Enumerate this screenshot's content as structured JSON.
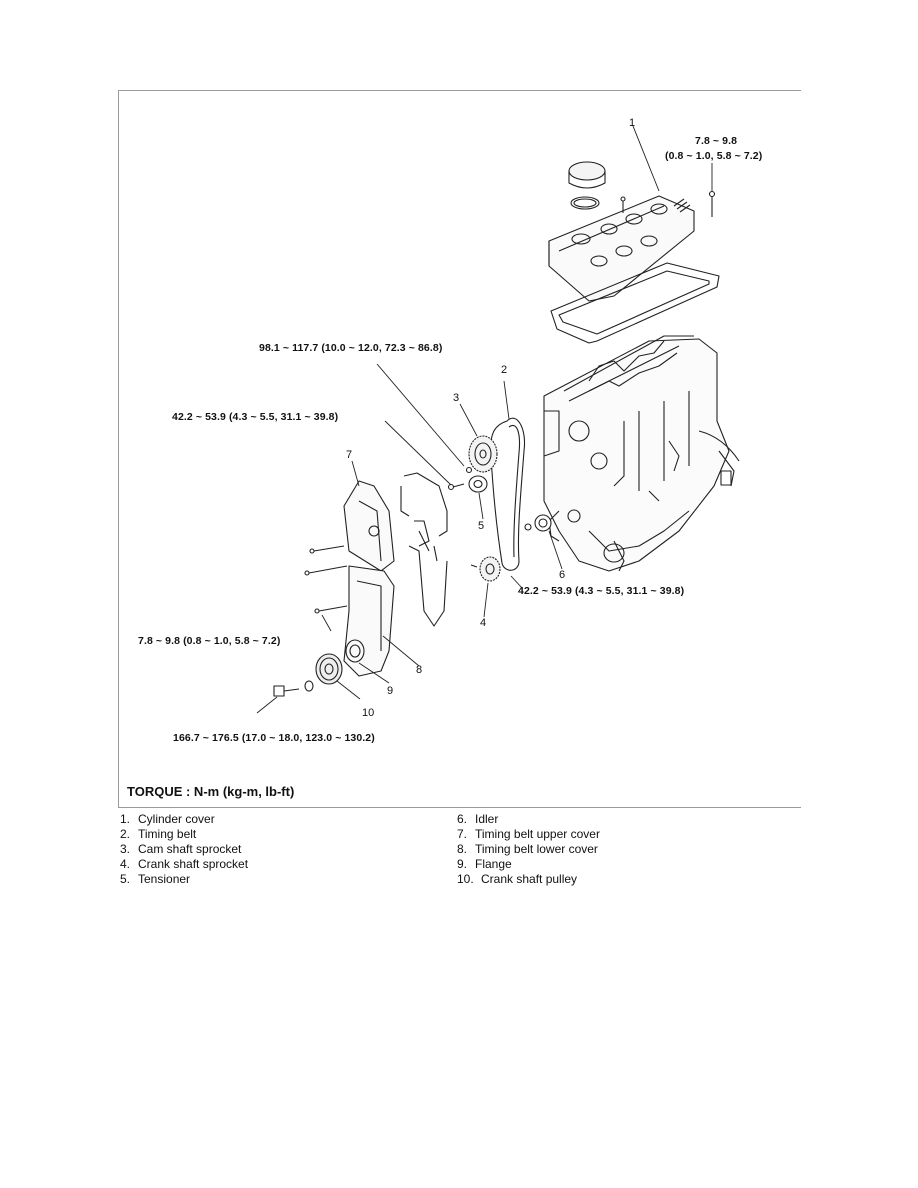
{
  "torque": {
    "cover_bolt": "7.8 ~ 9.8",
    "cover_bolt_detail": "(0.8 ~ 1.0, 5.8 ~ 7.2)",
    "cam_bolt": "98.1 ~ 117.7 (10.0 ~ 12.0, 72.3 ~ 86.8)",
    "tensioner_bolt": "42.2 ~ 53.9 (4.3 ~ 5.5, 31.1 ~ 39.8)",
    "idler_bolt": "42.2 ~ 53.9 (4.3 ~ 5.5, 31.1 ~ 39.8)",
    "timing_cover_bolt": "7.8 ~ 9.8 (0.8 ~ 1.0, 5.8 ~ 7.2)",
    "crank_bolt": "166.7 ~ 176.5 (17.0 ~ 18.0, 123.0 ~ 130.2)",
    "unit_label": "TORQUE : N-m (kg-m, lb-ft)"
  },
  "callouts": [
    "1",
    "2",
    "3",
    "4",
    "5",
    "6",
    "7",
    "8",
    "9",
    "10"
  ],
  "legend_left": [
    {
      "num": "1.",
      "text": "Cylinder cover"
    },
    {
      "num": "2.",
      "text": "Timing belt"
    },
    {
      "num": "3.",
      "text": "Cam shaft sprocket"
    },
    {
      "num": "4.",
      "text": "Crank shaft sprocket"
    },
    {
      "num": "5.",
      "text": "Tensioner"
    }
  ],
  "legend_right": [
    {
      "num": "6.",
      "text": "Idler"
    },
    {
      "num": "7.",
      "text": "Timing belt upper cover"
    },
    {
      "num": "8.",
      "text": "Timing belt lower cover"
    },
    {
      "num": "9.",
      "text": "Flange"
    },
    {
      "num": "10.",
      "text": "Crank shaft pulley"
    }
  ]
}
